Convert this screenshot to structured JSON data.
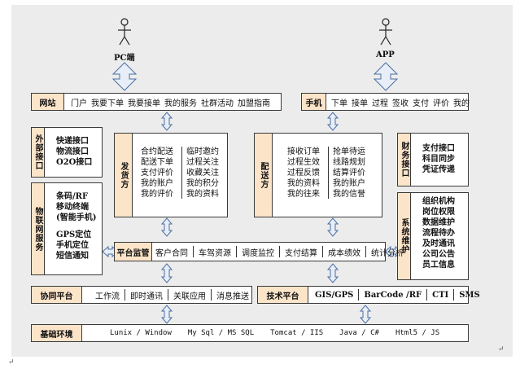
{
  "actors": {
    "pc": "PC端",
    "app": "APP"
  },
  "website": {
    "label": "网站",
    "items": [
      "门户",
      "我要下单",
      "我要接单",
      "我的服务",
      "社群活动",
      "加盟指南"
    ]
  },
  "mobile": {
    "label": "手机",
    "items": [
      "下单",
      "接单",
      "过程",
      "签收",
      "支付",
      "评价",
      "我的"
    ]
  },
  "external": {
    "label": "外部接口",
    "items": [
      "快递接口",
      "物流接口",
      "O2O接口"
    ]
  },
  "iot": {
    "label": "物联网服务",
    "items": [
      "条码/RF",
      "移动终端",
      "(智能手机)",
      "",
      "GPS定位",
      "手机定位",
      "短信通知"
    ]
  },
  "shipper": {
    "label": "发货方",
    "left": [
      "合约配送",
      "配送下单",
      "支付评价",
      "我的账户",
      "我的评价"
    ],
    "right": [
      "临时邀约",
      "过程关注",
      "收藏关注",
      "我的积分",
      "我的资料"
    ]
  },
  "courier": {
    "label": "配送方",
    "left": [
      "接收订单",
      "过程生效",
      "过程反馈",
      "我的资料",
      "我的往来"
    ],
    "right": [
      "抢单待运",
      "线路规划",
      "结算评价",
      "我的账户",
      "我的信誉"
    ]
  },
  "finance": {
    "label": "财务接口",
    "items": [
      "支付接口",
      "科目同步",
      "凭证传递"
    ]
  },
  "sysmaint": {
    "label": "系统维护",
    "items": [
      "组织机构",
      "岗位权限",
      "数据维护",
      "流程待办",
      "及时通讯",
      "公司公告",
      "员工信息"
    ]
  },
  "platform": {
    "label": "平台监管",
    "items": [
      "客户合同",
      "车驾资源",
      "调度监控",
      "支付结算",
      "成本绩效",
      "统计分析"
    ]
  },
  "collab": {
    "label": "协同平台",
    "items": [
      "工作流",
      "即时通讯",
      "关联应用",
      "消息推送"
    ]
  },
  "tech": {
    "label": "技术平台",
    "items": [
      "GIS/GPS",
      "BarCode /RF",
      "CTI",
      "SMS"
    ]
  },
  "base": {
    "label": "基础环境",
    "items": [
      "Lunix / Window",
      "My Sql / MS SQL",
      "Tomcat / IIS",
      "Java / C#",
      "Html5 / JS"
    ]
  },
  "colors": {
    "label_fill": "#fce4c9",
    "background": "#ececec",
    "arrow_fill": "#e8eef7",
    "arrow_stroke": "#4a6fa5"
  }
}
